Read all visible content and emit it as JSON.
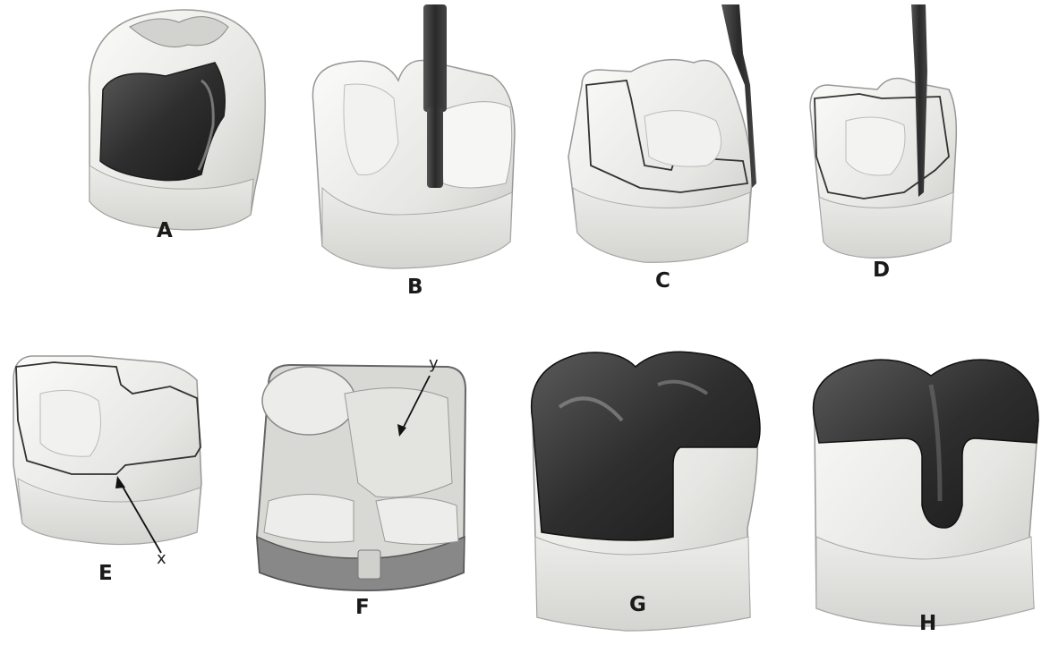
{
  "panels": [
    {
      "label": "A"
    },
    {
      "label": "B"
    },
    {
      "label": "C"
    },
    {
      "label": "D"
    },
    {
      "label": "E"
    },
    {
      "label": "F"
    },
    {
      "label": "G"
    },
    {
      "label": "H"
    }
  ],
  "annotations": {
    "x": "x",
    "y": "y"
  },
  "colors": {
    "tooth": "#e9e9e6",
    "shadow": "#b9b9b4",
    "metal": "#3a3a3a",
    "instrument": "#2f2f2f",
    "outline": "#444444"
  }
}
